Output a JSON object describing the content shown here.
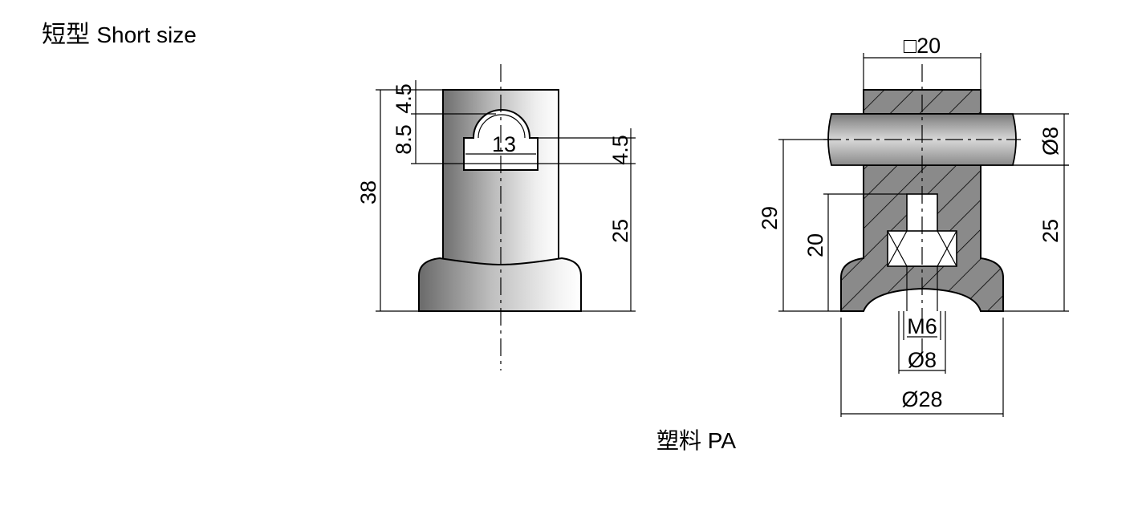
{
  "title": {
    "chinese": "短型",
    "english": "Short size"
  },
  "material": "塑料 PA",
  "front_view": {
    "dims": {
      "d_4_5_top": "4.5",
      "d_8_5": "8.5",
      "d_38": "38",
      "d_13": "13",
      "d_4_5_right": "4.5",
      "d_25": "25"
    }
  },
  "section_view": {
    "dims": {
      "d_sq20": "□20",
      "d_phi8_pin": "Ø8",
      "d_29": "29",
      "d_20": "20",
      "d_25": "25",
      "d_m6": "M6",
      "d_phi8_bore": "Ø8",
      "d_phi28": "Ø28"
    }
  }
}
